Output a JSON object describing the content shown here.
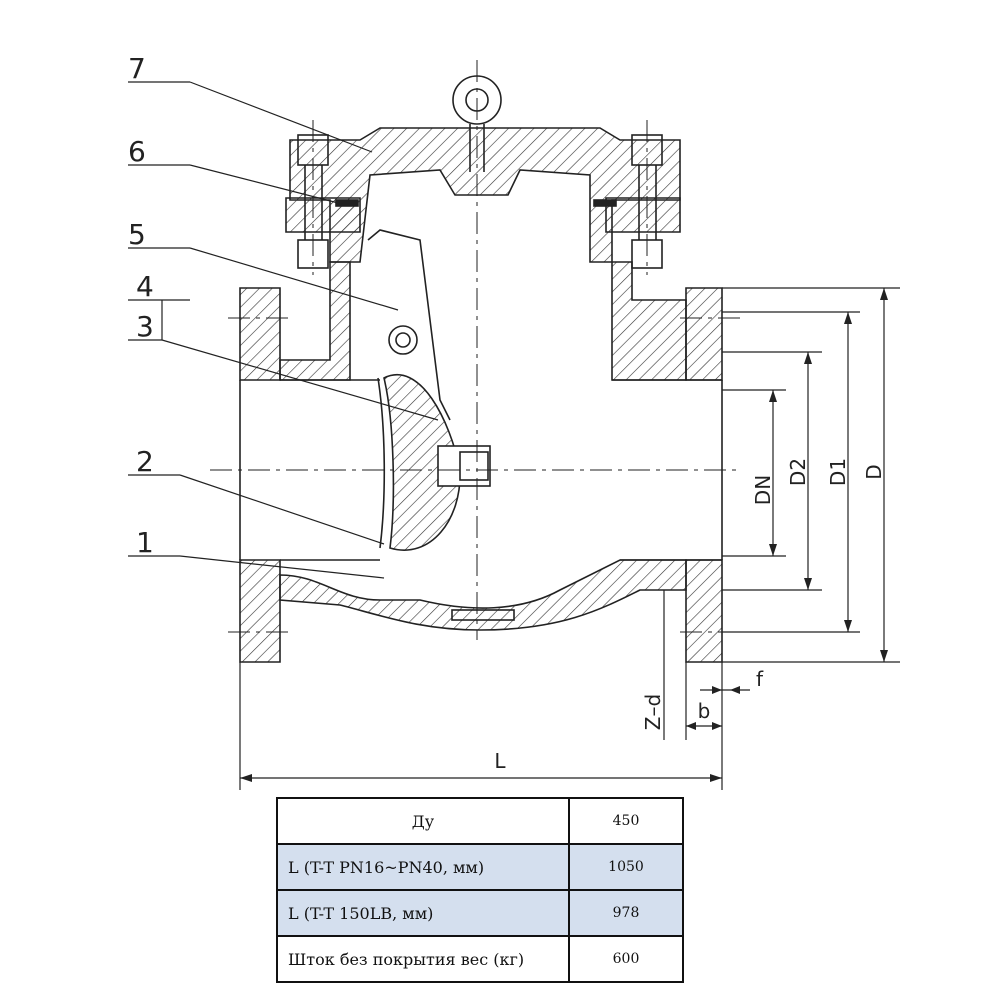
{
  "callouts": [
    "1",
    "2",
    "3",
    "4",
    "5",
    "6",
    "7"
  ],
  "dimensions": {
    "dn": "DN",
    "d2": "D2",
    "d1": "D1",
    "d": "D",
    "l": "L",
    "f": "f",
    "b": "b",
    "zd": "Z–d"
  },
  "table": {
    "rows": [
      {
        "label": "Ду",
        "value": "450",
        "highlight": false
      },
      {
        "label": "L (T-T  PN16~PN40, мм)",
        "value": "1050",
        "highlight": true
      },
      {
        "label": "L (T-T 150LB, мм)",
        "value": "978",
        "highlight": true
      },
      {
        "label": "Шток без покрытия вес (кг)",
        "value": "600",
        "highlight": false
      }
    ]
  }
}
